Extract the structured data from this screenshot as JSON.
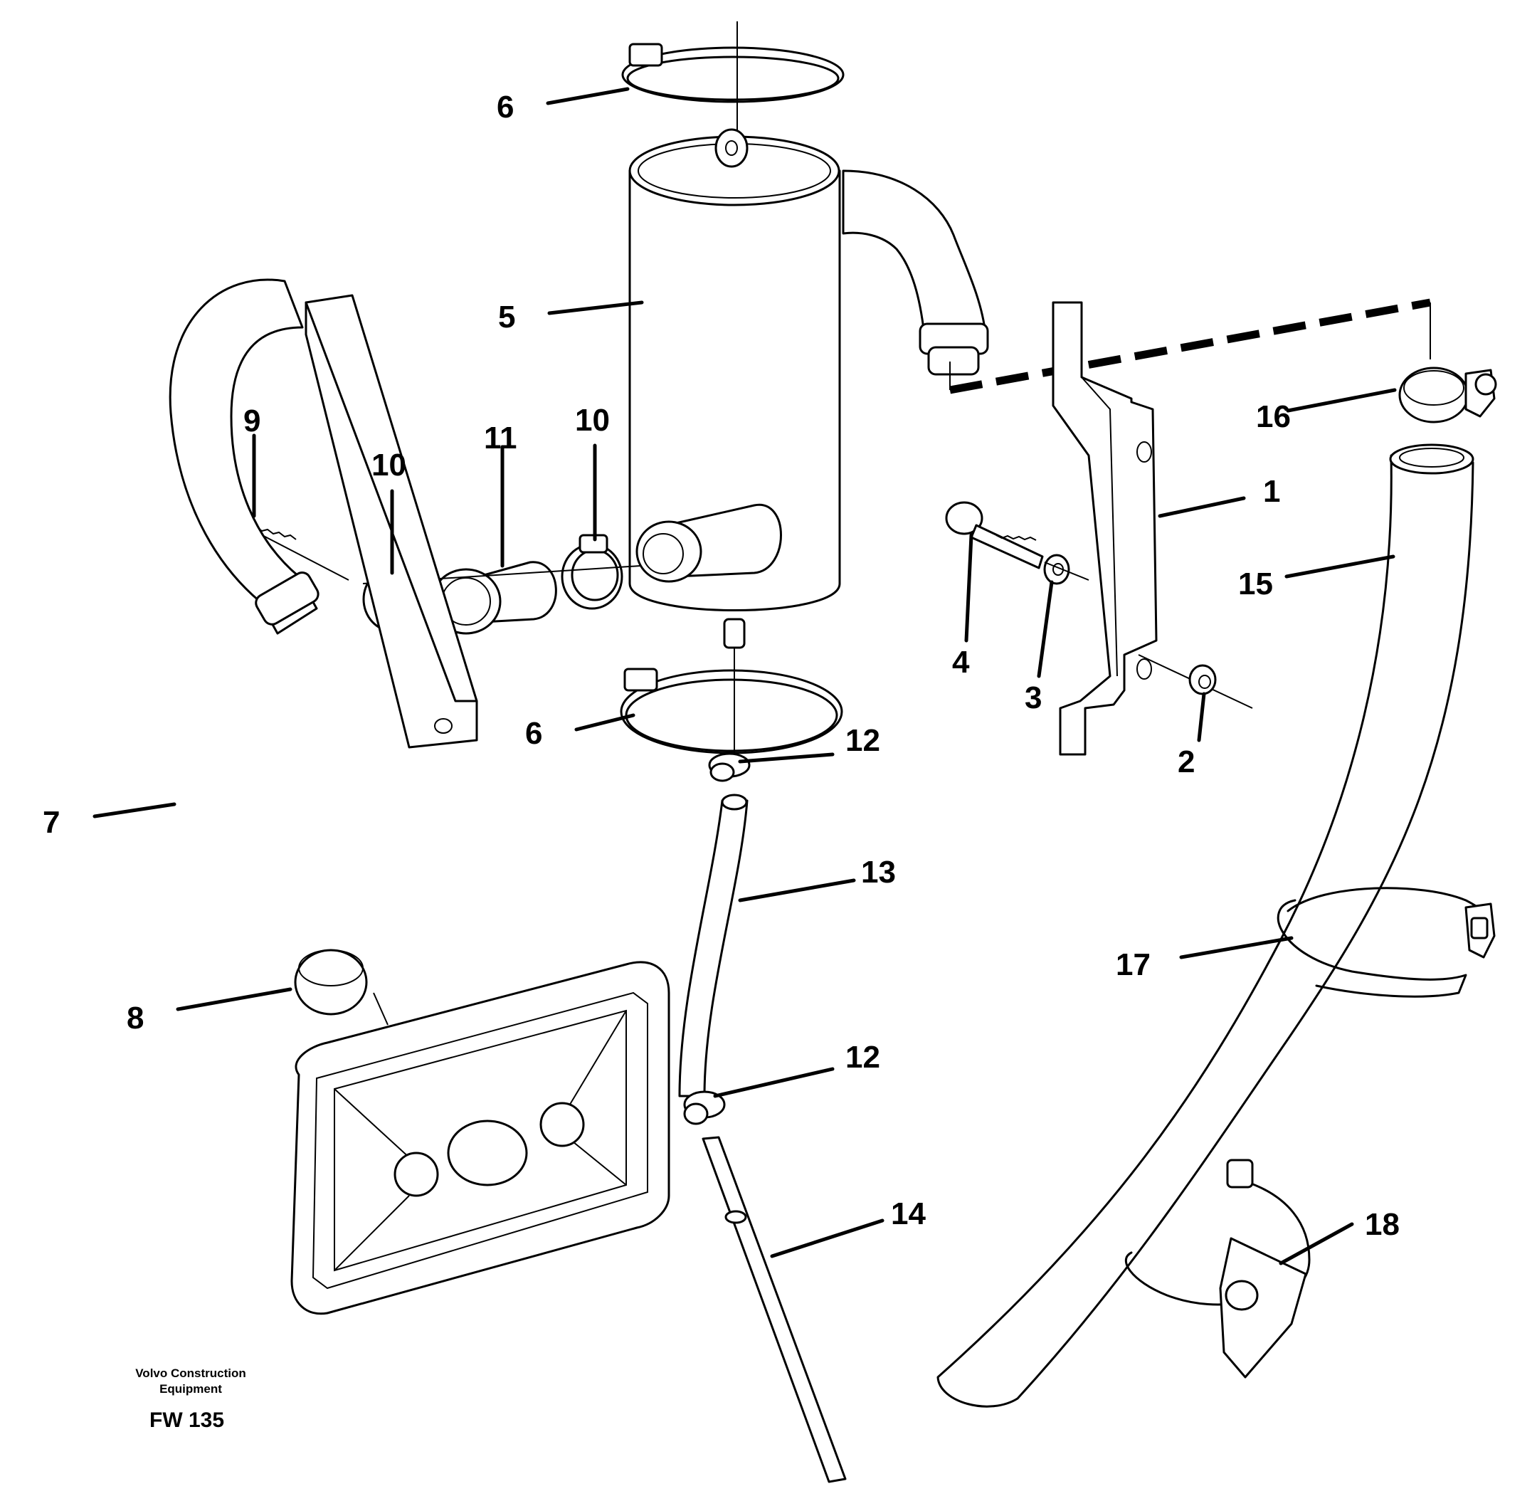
{
  "callouts": [
    "1",
    "2",
    "3",
    "4",
    "5",
    "6",
    "6",
    "7",
    "8",
    "9",
    "10",
    "10",
    "11",
    "12",
    "12",
    "13",
    "14",
    "15",
    "16",
    "17",
    "18"
  ],
  "brand": {
    "line1": "Volvo Construction",
    "line2": "Equipment",
    "code": "FW 135"
  }
}
